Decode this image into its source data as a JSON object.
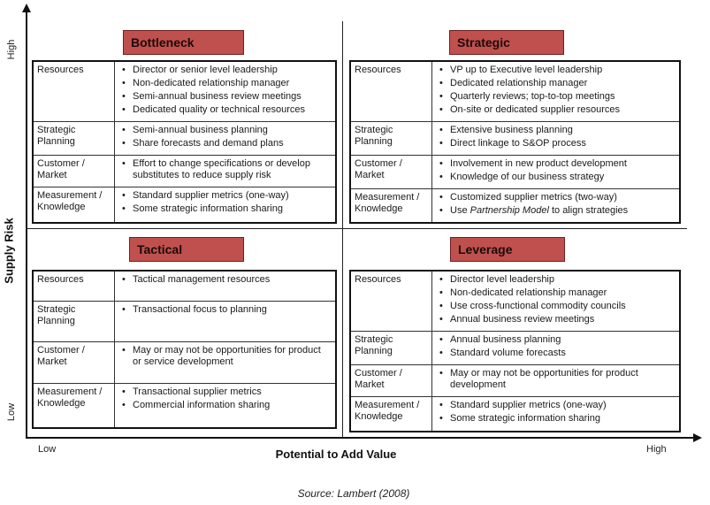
{
  "axes": {
    "y_title": "Supply Risk",
    "x_title": "Potential to Add Value",
    "y_high": "High",
    "y_low": "Low",
    "x_low": "Low",
    "x_high": "High"
  },
  "source": "Source: Lambert (2008)",
  "quadrants": {
    "bottleneck": {
      "title": "Bottleneck",
      "rows": [
        {
          "label": "Resources",
          "items": [
            "Director or senior level leadership",
            "Non-dedicated relationship manager",
            "Semi-annual business review meetings",
            "Dedicated quality or technical resources"
          ]
        },
        {
          "label": "Strategic Planning",
          "items": [
            "Semi-annual business planning",
            "Share forecasts and demand plans"
          ]
        },
        {
          "label": "Customer / Market",
          "items": [
            "Effort to change specifications or develop substitutes to reduce supply risk"
          ]
        },
        {
          "label": "Measurement / Knowledge",
          "items": [
            "Standard supplier metrics (one-way)",
            "Some strategic information sharing"
          ]
        }
      ]
    },
    "strategic": {
      "title": "Strategic",
      "rows": [
        {
          "label": "Resources",
          "items": [
            "VP up to Executive level leadership",
            "Dedicated relationship manager",
            "Quarterly reviews; top-to-top meetings",
            "On-site or dedicated supplier resources"
          ]
        },
        {
          "label": "Strategic Planning",
          "items": [
            "Extensive business planning",
            "Direct linkage to S&OP process"
          ]
        },
        {
          "label": "Customer / Market",
          "items": [
            "Involvement in new product development",
            "Knowledge of our business strategy"
          ]
        },
        {
          "label": "Measurement / Knowledge",
          "items": [
            "Customized supplier metrics (two-way)",
            "Use Partnership Model to align strategies"
          ]
        }
      ]
    },
    "tactical": {
      "title": "Tactical",
      "rows": [
        {
          "label": "Resources",
          "items": [
            "Tactical management resources"
          ]
        },
        {
          "label": "Strategic Planning",
          "items": [
            "Transactional focus to planning"
          ]
        },
        {
          "label": "Customer / Market",
          "items": [
            "May or may not be opportunities for product or service development"
          ]
        },
        {
          "label": "Measurement / Knowledge",
          "items": [
            "Transactional supplier metrics",
            "Commercial information sharing"
          ]
        }
      ]
    },
    "leverage": {
      "title": "Leverage",
      "rows": [
        {
          "label": "Resources",
          "items": [
            "Director level leadership",
            "Non-dedicated relationship manager",
            "Use cross-functional commodity councils",
            "Annual business review meetings"
          ]
        },
        {
          "label": "Strategic Planning",
          "items": [
            "Annual business planning",
            "Standard volume forecasts"
          ]
        },
        {
          "label": "Customer / Market",
          "items": [
            "May or may not be opportunities for product development"
          ]
        },
        {
          "label": "Measurement / Knowledge",
          "items": [
            "Standard supplier metrics (one-way)",
            "Some strategic information sharing"
          ]
        }
      ]
    }
  }
}
